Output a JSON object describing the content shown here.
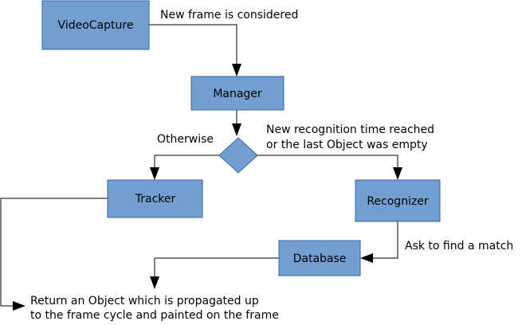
{
  "nodes": {
    "videocapture": "VideoCapture",
    "manager": "Manager",
    "tracker": "Tracker",
    "recognizer": "Recognizer",
    "database": "Database"
  },
  "labels": {
    "new_frame": "New frame is considered",
    "otherwise": "Otherwise",
    "recognition_line1": "New recognition time reached",
    "recognition_line2": "or the last Object was empty",
    "ask_match": "Ask to find a match",
    "result_line1": "Return an Object which is propagated up",
    "result_line2": "to the frame cycle and painted on the frame"
  },
  "colors": {
    "box_fill": "#729fcf",
    "box_stroke": "#3465a4",
    "line": "#000000"
  }
}
